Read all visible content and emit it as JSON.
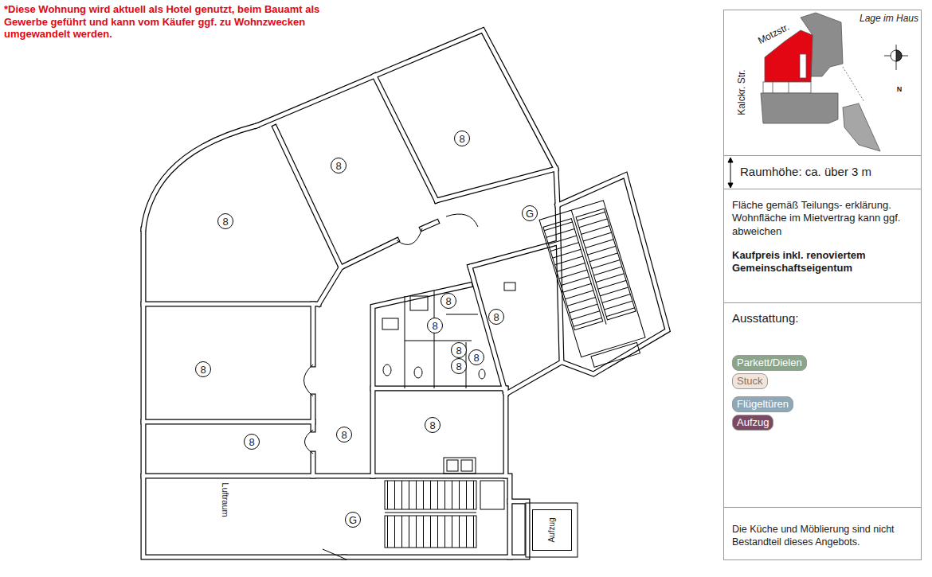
{
  "diagram": {
    "nodes": [
      {
        "text": [
          "8"
        ]
      },
      {
        "text": [
          "8"
        ]
      },
      {
        "text": [
          "8"
        ]
      },
      {
        "text": [
          "8"
        ]
      },
      {
        "text": [
          "8"
        ]
      },
      {
        "text": [
          "8"
        ]
      },
      {
        "text": [
          "8"
        ]
      },
      {
        "text": [
          "8"
        ]
      },
      {
        "text": [
          "8"
        ]
      },
      {
        "text": [
          "8"
        ]
      },
      {
        "text": [
          "8"
        ]
      },
      {
        "text": [
          "8"
        ]
      },
      {
        "text": [
          "8"
        ]
      },
      {
        "text": [
          "G"
        ]
      },
      {
        "text": [
          "G"
        ]
      },
      {
        "text": [
          "Aufzug"
        ]
      },
      {
        "text": [
          "Lage im Haus",
          "Motzstr.",
          "Kalckr. Str.",
          "N"
        ]
      },
      {
        "text": [
          "Raumhöhe: ca. über 3 m"
        ]
      },
      {
        "text": [
          "Fläche gemäß Teilungs- erklärung. Wohnfläche im Mietvertrag kann ggf. abweichen",
          "Kaufpreis inkl. renoviertem Gemeinschaftseigentum"
        ]
      },
      {
        "text": [
          "Ausstattung:"
        ]
      },
      {
        "text": [
          "Die Küche und Möblierung sind nicht Bestandteil dieses Angebots."
        ]
      }
    ],
    "labels": [
      "*Diese Wohnung wird aktuell als Hotel genutzt, beim Bauamt als Gewerbe geführt und kann vom Käufer ggf. zu Wohnzwecken umgewandelt werden.",
      "Luftraum"
    ],
    "legend": [
      {
        "text": "Parkett/Dielen",
        "color": "#8aa58a"
      },
      {
        "text": "Stuck",
        "color": "#efe5dc"
      },
      {
        "text": "Flügeltüren",
        "color": "#8fa8b8"
      },
      {
        "text": "Aufzug",
        "color": "#7b4a62"
      }
    ]
  }
}
